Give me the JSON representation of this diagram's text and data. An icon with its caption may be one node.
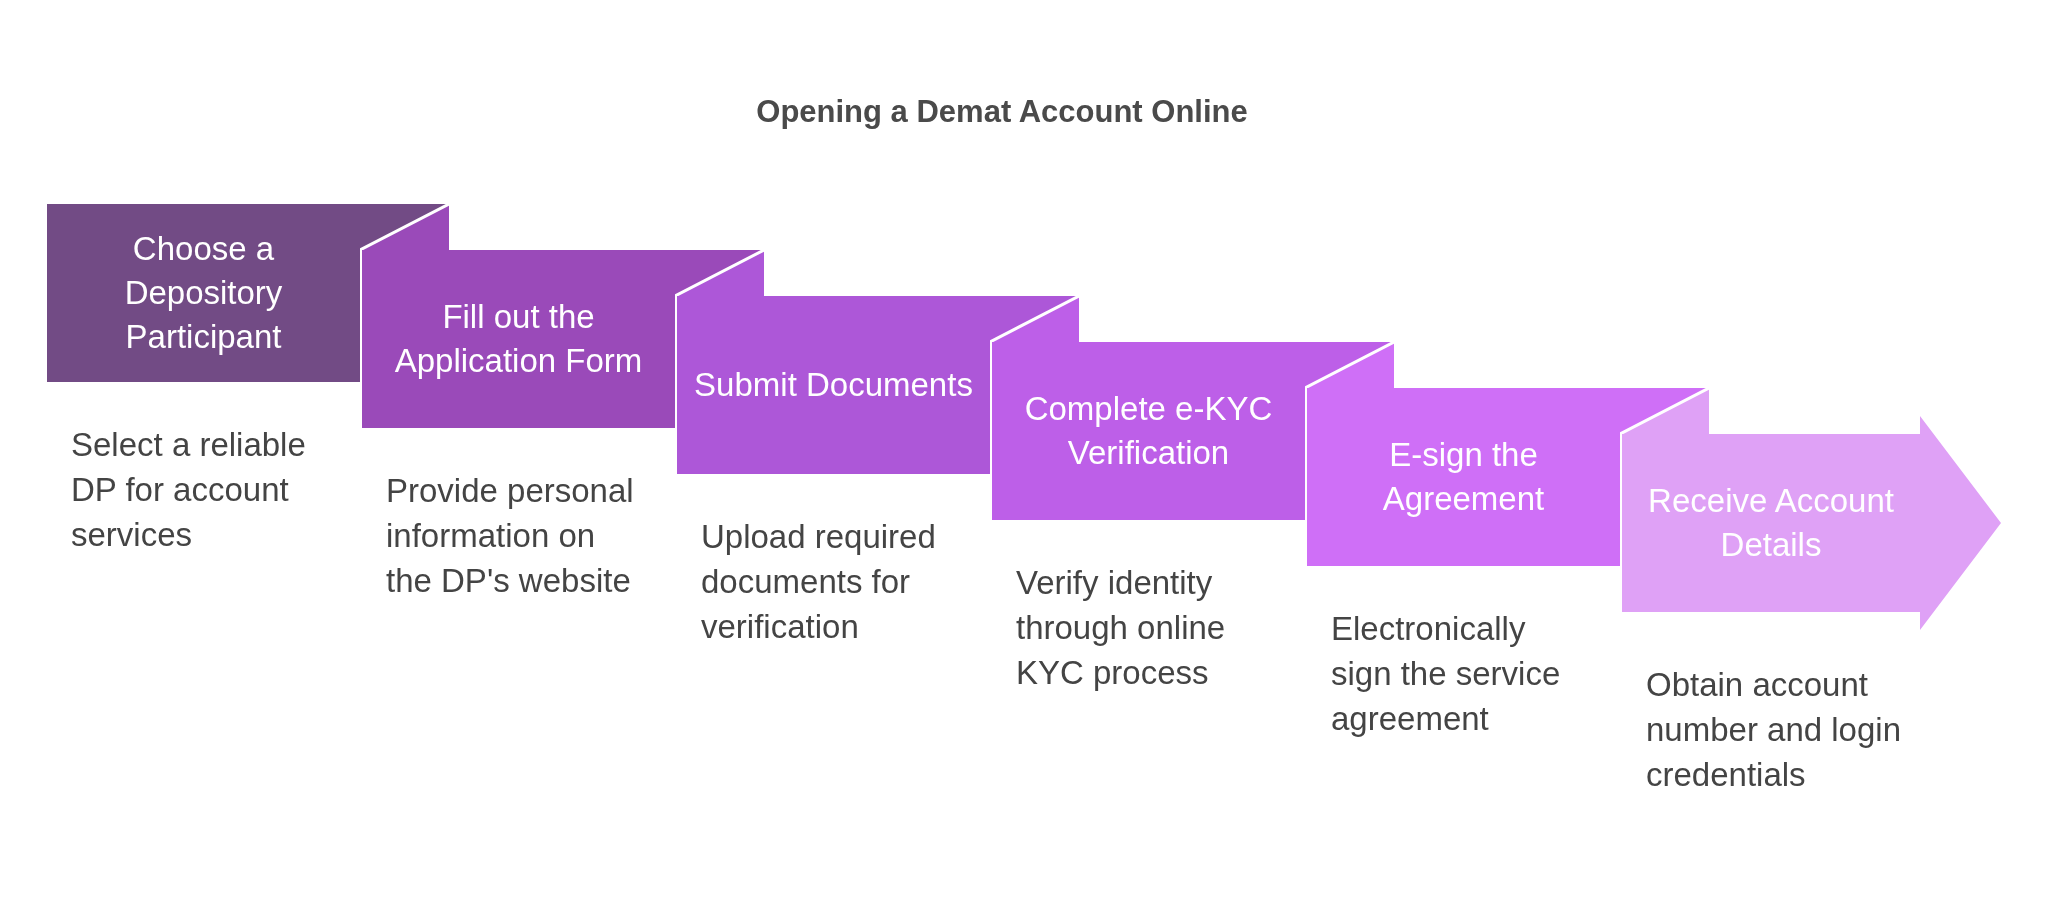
{
  "diagram": {
    "title": "Opening a Demat Account Online",
    "nodes": [
      {
        "text": [
          "Choose a Depository Participant"
        ],
        "beside": [
          "Select a reliable DP for account services"
        ]
      },
      {
        "text": [
          "Fill out the Application Form"
        ],
        "beside": [
          "Provide personal information on the DP's website"
        ]
      },
      {
        "text": [
          "Submit Documents"
        ],
        "beside": [
          "Upload required documents for verification"
        ]
      },
      {
        "text": [
          "Complete e-KYC Verification"
        ],
        "beside": [
          "Verify identity through online KYC process"
        ]
      },
      {
        "text": [
          "E-sign the Agreement"
        ],
        "beside": [
          "Electronically sign the service agreement"
        ]
      },
      {
        "text": [
          "Receive Account Details"
        ],
        "beside": [
          "Obtain account number and login credentials"
        ]
      }
    ]
  }
}
